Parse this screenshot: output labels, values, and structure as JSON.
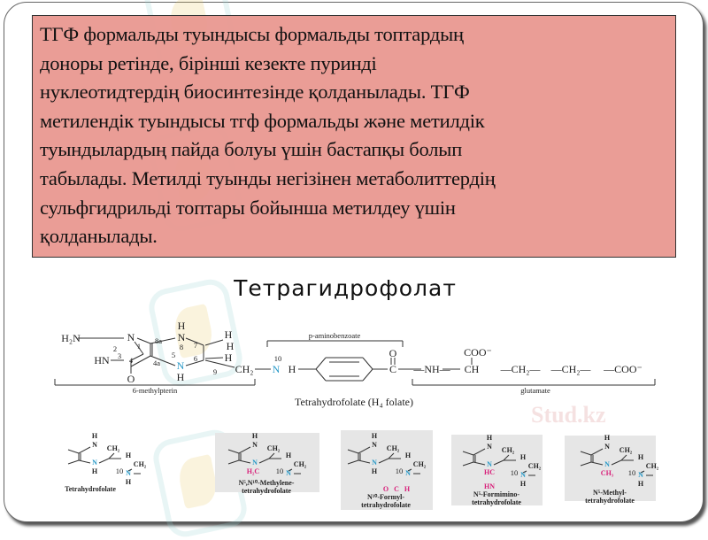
{
  "watermark": "Stud.kz",
  "text_box": {
    "lines": [
      "ТГФ формальды туындысы формальды топтардың",
      "доноры ретінде, бірінші кезекте пуринді",
      "нуклеотидтердің биосинтезінде қолданылады. ТГФ",
      "метилендік туындысы тгф формальды және метилдік",
      "туындылардың пайда болуы үшін бастапқы болып",
      "табылады. Метилді туынды негізінен метаболиттердің",
      "сульфгидрильді топтары бойынша метилдеу үшін",
      "қолданылады."
    ],
    "background": "#e8968e"
  },
  "title": "Тетрагидрофолат",
  "main_structure": {
    "atoms": [
      "H₂N",
      "N",
      "1",
      "8a",
      "H",
      "N",
      "8",
      "7",
      "H",
      "H",
      "H",
      "2",
      "3",
      "HN",
      "4",
      "4a",
      "N",
      "5",
      "6",
      "H",
      "O",
      "9",
      "CH₂",
      "10",
      "N",
      "H",
      "O",
      "C",
      "—NH—",
      "COO⁻",
      "CH",
      "—CH₂—",
      "—CH₂—",
      "—COO⁻"
    ],
    "groups": {
      "pterin": "6-methylpterin",
      "pab": "p-aminobenzoate",
      "glu": "glutamate"
    },
    "caption": "Tetrahydrofolate (H₄ folate)",
    "highlight_color": "#2a9ac8"
  },
  "derivatives": [
    {
      "atoms": [
        "H",
        "N",
        "CH₂",
        "H",
        "CH₂",
        "N",
        "H",
        "10",
        "N",
        "H"
      ],
      "extra": [],
      "label": [
        "Tetrahydrofolate",
        ""
      ]
    },
    {
      "atoms": [
        "H",
        "N",
        "CH₂",
        "H",
        "CH₂",
        "N",
        "",
        "10",
        "N",
        ""
      ],
      "extra": [
        "H₂C"
      ],
      "label": [
        "N⁵,N¹⁰-Methylene-",
        "tetrahydrofolate"
      ]
    },
    {
      "atoms": [
        "H",
        "N",
        "CH₂",
        "H",
        "CH₂",
        "N",
        "H",
        "10",
        "N",
        ""
      ],
      "extra": [
        "O",
        "C",
        "H"
      ],
      "label": [
        "N¹⁰-Formyl-",
        "tetrahydrofolate"
      ]
    },
    {
      "atoms": [
        "H",
        "N",
        "CH₂",
        "H",
        "CH₂",
        "N",
        "",
        "10",
        "N",
        "H"
      ],
      "extra": [
        "HC",
        "HN"
      ],
      "label": [
        "N⁵-Formimino-",
        "tetrahydrofolate"
      ]
    },
    {
      "atoms": [
        "H",
        "N",
        "CH₂",
        "H",
        "CH₂",
        "N",
        "",
        "10",
        "N",
        "H"
      ],
      "extra": [
        "CH₃"
      ],
      "label": [
        "N⁵-Methyl-",
        "tetrahydrofolate"
      ]
    }
  ],
  "colors": {
    "substituent": "#d8207a",
    "nitrogen": "#2a9ac8",
    "box": "#e6e6e6"
  }
}
